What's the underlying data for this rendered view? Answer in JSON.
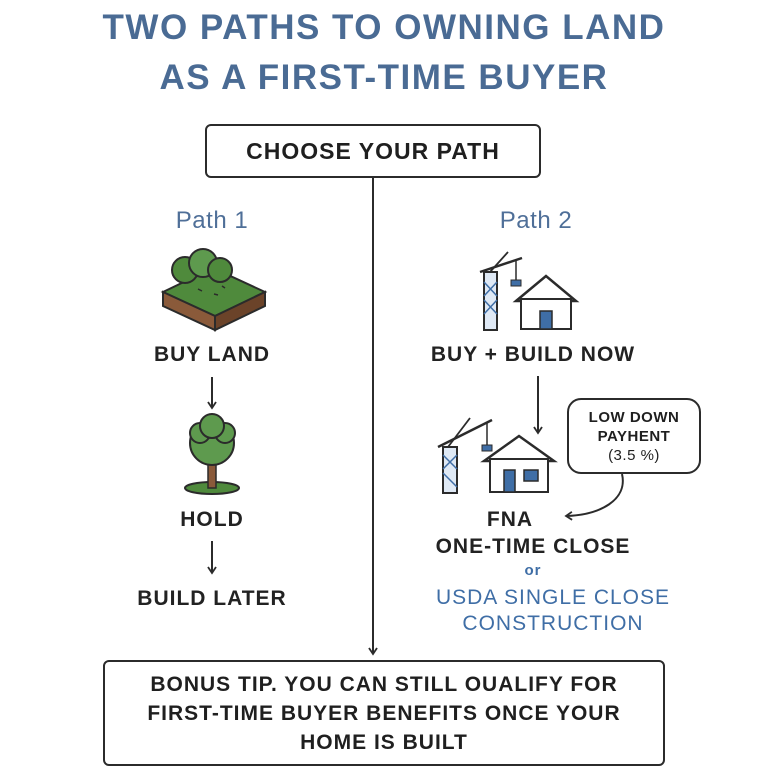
{
  "title": {
    "line1": "TWO PATHS TO OWNING LAND",
    "line2": "AS A FIRST-TIME BUYER"
  },
  "start": {
    "label": "CHOOSE YOUR PATH"
  },
  "path1": {
    "label": "Path 1",
    "steps": [
      "BUY LAND",
      "HOLD",
      "BUILD LATER"
    ],
    "icons": [
      "land-plot-icon",
      "tree-icon"
    ]
  },
  "path2": {
    "label": "Path 2",
    "step1": "BUY + BUILD NOW",
    "loan": {
      "line1": "FNA",
      "line2": "ONE-TIME CLOSE",
      "connector": "or",
      "alt_line1": "USDA SINGLE CLOSE",
      "alt_line2": "CONSTRUCTION"
    },
    "callout": {
      "line1": "LOW DOWN",
      "line2": "PAYHENT",
      "line3": "(3.5 %)"
    },
    "icons": [
      "crane-house-icon",
      "crane-house-icon"
    ]
  },
  "bonus": {
    "line1": "BONUS TIP. YOU CAN STILL OUALIFY FOR",
    "line2": "FIRST-TIME BUYER BENEFITS ONCE YOUR",
    "line3": "HOME IS BUILT"
  },
  "colors": {
    "title": "#4a6b94",
    "accent_blue": "#3f6ea6",
    "grass": "#4f8a3c",
    "tree": "#5e9a4e",
    "soil": "#8a5a3a",
    "ink": "#2b2b2b"
  }
}
